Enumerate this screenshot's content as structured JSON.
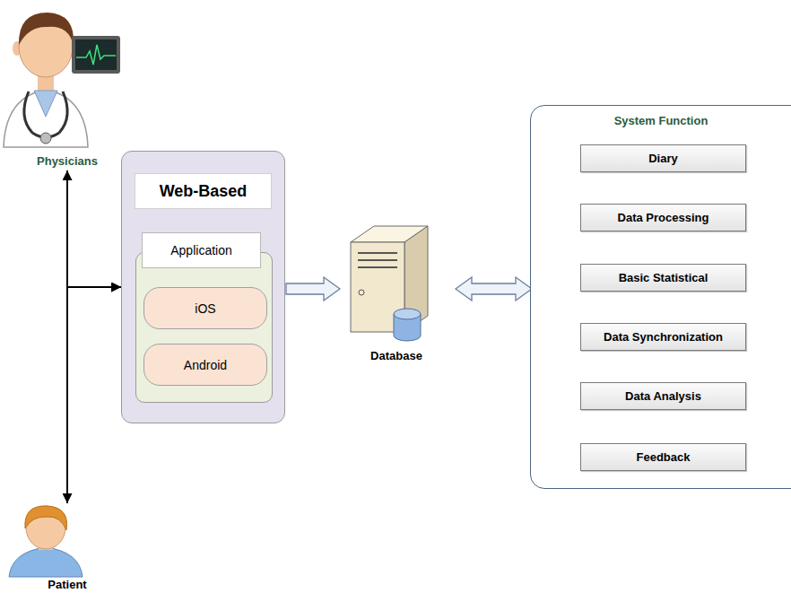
{
  "diagram": {
    "nodes": [
      {
        "text": [
          "Physicians"
        ]
      },
      {
        "text": [
          "Web-Based"
        ]
      },
      {
        "text": [
          "Application"
        ],
        "in": 1
      },
      {
        "text": [
          "iOS"
        ],
        "in": 2
      },
      {
        "text": [
          "Android"
        ],
        "in": 2
      },
      {
        "text": [
          "Database"
        ]
      },
      {
        "text": [
          "System Function"
        ]
      },
      {
        "text": [
          "Diary"
        ],
        "in": 6
      },
      {
        "text": [
          "Data Processing"
        ],
        "in": 6
      },
      {
        "text": [
          "Basic Statistical"
        ],
        "in": 6
      },
      {
        "text": [
          "Data Synchronization"
        ],
        "in": 6
      },
      {
        "text": [
          "Data Analysis"
        ],
        "in": 6
      },
      {
        "text": [
          "Feedback"
        ],
        "in": 6
      },
      {
        "text": [
          "Patient"
        ]
      }
    ],
    "edges": [
      {
        "from": 0,
        "to": 1,
        "arrow": "both"
      },
      {
        "from": 13,
        "to": 1,
        "arrow": "both"
      },
      {
        "from": 1,
        "to": 5,
        "arrow": "to"
      },
      {
        "from": 5,
        "to": 6,
        "arrow": "both"
      }
    ]
  }
}
